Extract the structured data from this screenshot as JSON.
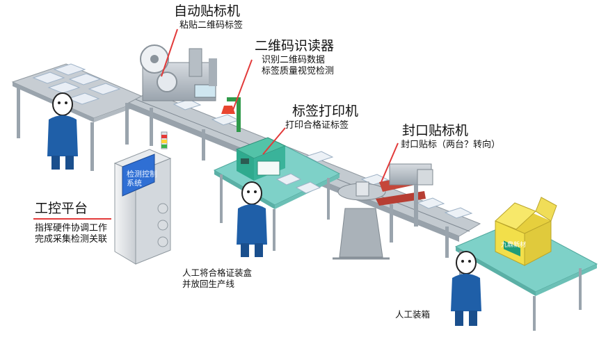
{
  "labels": {
    "auto_labeler": {
      "title": "自动贴标机",
      "sub": "粘贴二维码标签"
    },
    "qr_reader": {
      "title": "二维码识读器",
      "sub1": "识别二维码数据",
      "sub2": "标签质量视觉检测"
    },
    "label_printer": {
      "title": "标签打印机",
      "sub": "打印合格证标签"
    },
    "seal_labeler": {
      "title": "封口贴标机",
      "sub": "封口贴标（两台？转向）"
    },
    "control_platform": {
      "title": "工控平台",
      "sub1": "指挥硬件协调工作",
      "sub2": "完成采集检测关联"
    },
    "manual_return": {
      "line1": "人工将合格证装盒",
      "line2": "并放回生产线"
    },
    "manual_boxing": {
      "line1": "人工装箱"
    }
  },
  "screen_text": "检测控制系统",
  "box_text": "九鼎新材",
  "colors": {
    "table_top": "#7ed1c8",
    "frame": "#9aa4ad",
    "worker_body": "#1f5fa8",
    "accent_line": "#e23a3a",
    "printer": "#3ab39a",
    "carton": "#f2df4a"
  }
}
